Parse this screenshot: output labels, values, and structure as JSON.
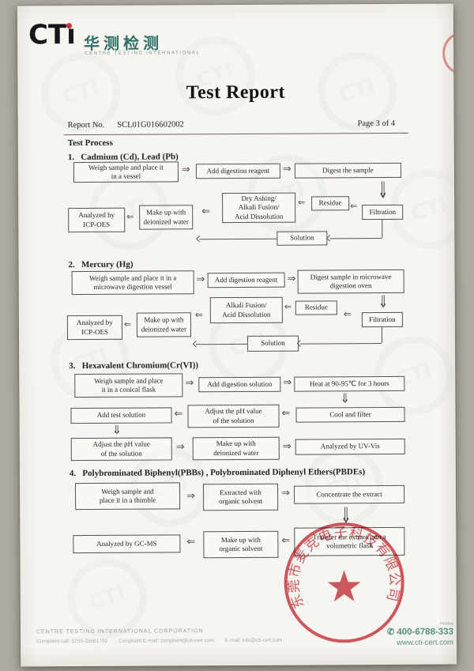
{
  "glyphs": {
    "right": "⇒",
    "left": "⇐",
    "down": "⇓"
  },
  "icons": {
    "phone": "✆"
  },
  "watermark": {
    "text": "CTI"
  },
  "header": {
    "logo": {
      "ct": "CT",
      "i": "ı",
      "cn": "华测检测",
      "sub": "CENTRE TESTING INTERNATIONAL"
    },
    "title": "Test Report",
    "report_no_label": "Report No.",
    "report_no_value": "SCL01G016602002",
    "page_info": "Page 3 of 4",
    "process_heading": "Test Process"
  },
  "sections": [
    {
      "heading": "1.   Cadmium (Cd), Lead (Pb)",
      "boxes": {
        "weigh": "Weigh sample and place it\nin a vessel",
        "add": "Add digestion reagent",
        "digest": "Digest the sample",
        "filtration": "Filtration",
        "residue": "Residue",
        "dry": "Dry Ashing/\nAlkali Fusion/\nAcid Dissolution",
        "makeup": "Make up with\ndeionized water",
        "analyzed": "Analyzed by\nICP-OES",
        "solution": "Solution"
      }
    },
    {
      "heading": "2.   Mercury (Hg)",
      "boxes": {
        "weigh": "Weigh sample and place it in a\nmicrowave digestion vessel",
        "add": "Add digestion reagent",
        "digest": "Digest sample in microwave\ndigestion oven",
        "filtration": "Filtration",
        "residue": "Residue",
        "fusion": "Alkali Fusion/\nAcid Dissolution",
        "makeup": "Make up with\ndeionized water",
        "analyzed": "Analyzed by\nICP-OES",
        "solution": "Solution"
      }
    },
    {
      "heading": "3.   Hexavalent Chromium(Cr(VI))",
      "boxes": {
        "weigh": "Weigh sample and place\nit in a conical flask",
        "add": "Add digestion solution",
        "heat": "Heat at 90-95℃  for 3 hours",
        "cool": "Cool and filter",
        "adjust_a": "Adjust the pH value\nof the solution",
        "add_test": "Add test solution",
        "adjust_b": "Adjust the pH value\nof the solution",
        "makeup": "Make up with\ndeionized water",
        "analyzed": "Analyzed by UV-Vis"
      }
    },
    {
      "heading": "4.   Polybrominated Biphenyl(PBBs) , Polybrominated Diphenyl Ethers(PBDEs)",
      "boxes": {
        "weigh": "Weigh sample and\nplace it in a thimble",
        "extract": "Extracted with\norganic solvent",
        "concentrate": "Concentrate the extract",
        "transfer": "Transfer the extract into a\nvolumetric flask",
        "makeup": "Make up with\norganic solvent",
        "analyzed": "Analyzed by GC-MS"
      }
    }
  ],
  "stamp": {
    "company": "东莞市麦克电子科技有限公司"
  },
  "footer": {
    "corp": "CENTRE TESTING INTERNATIONAL CORPORATION",
    "complaint_call": "Complaint call: 0755-33681700",
    "complaint_email": "Complaint E-mail: complaint@cti-cert.com",
    "email": "E-mail: info@cti-cert.com",
    "hotline_label": "Hotline",
    "hotline": "400-6788-333",
    "website": "www.cti-cert.com"
  }
}
